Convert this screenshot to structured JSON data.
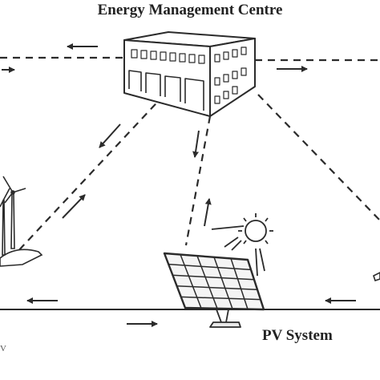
{
  "title": "Energy Management Centre",
  "labels": {
    "pv_system": "PV System",
    "partial_left": "V"
  },
  "icons": [
    "building-icon",
    "wind-turbine-icon",
    "solar-panel-icon",
    "sun-icon",
    "arrow-icon"
  ],
  "colors": {
    "line": "#2b2b2b",
    "background": "#ffffff"
  }
}
